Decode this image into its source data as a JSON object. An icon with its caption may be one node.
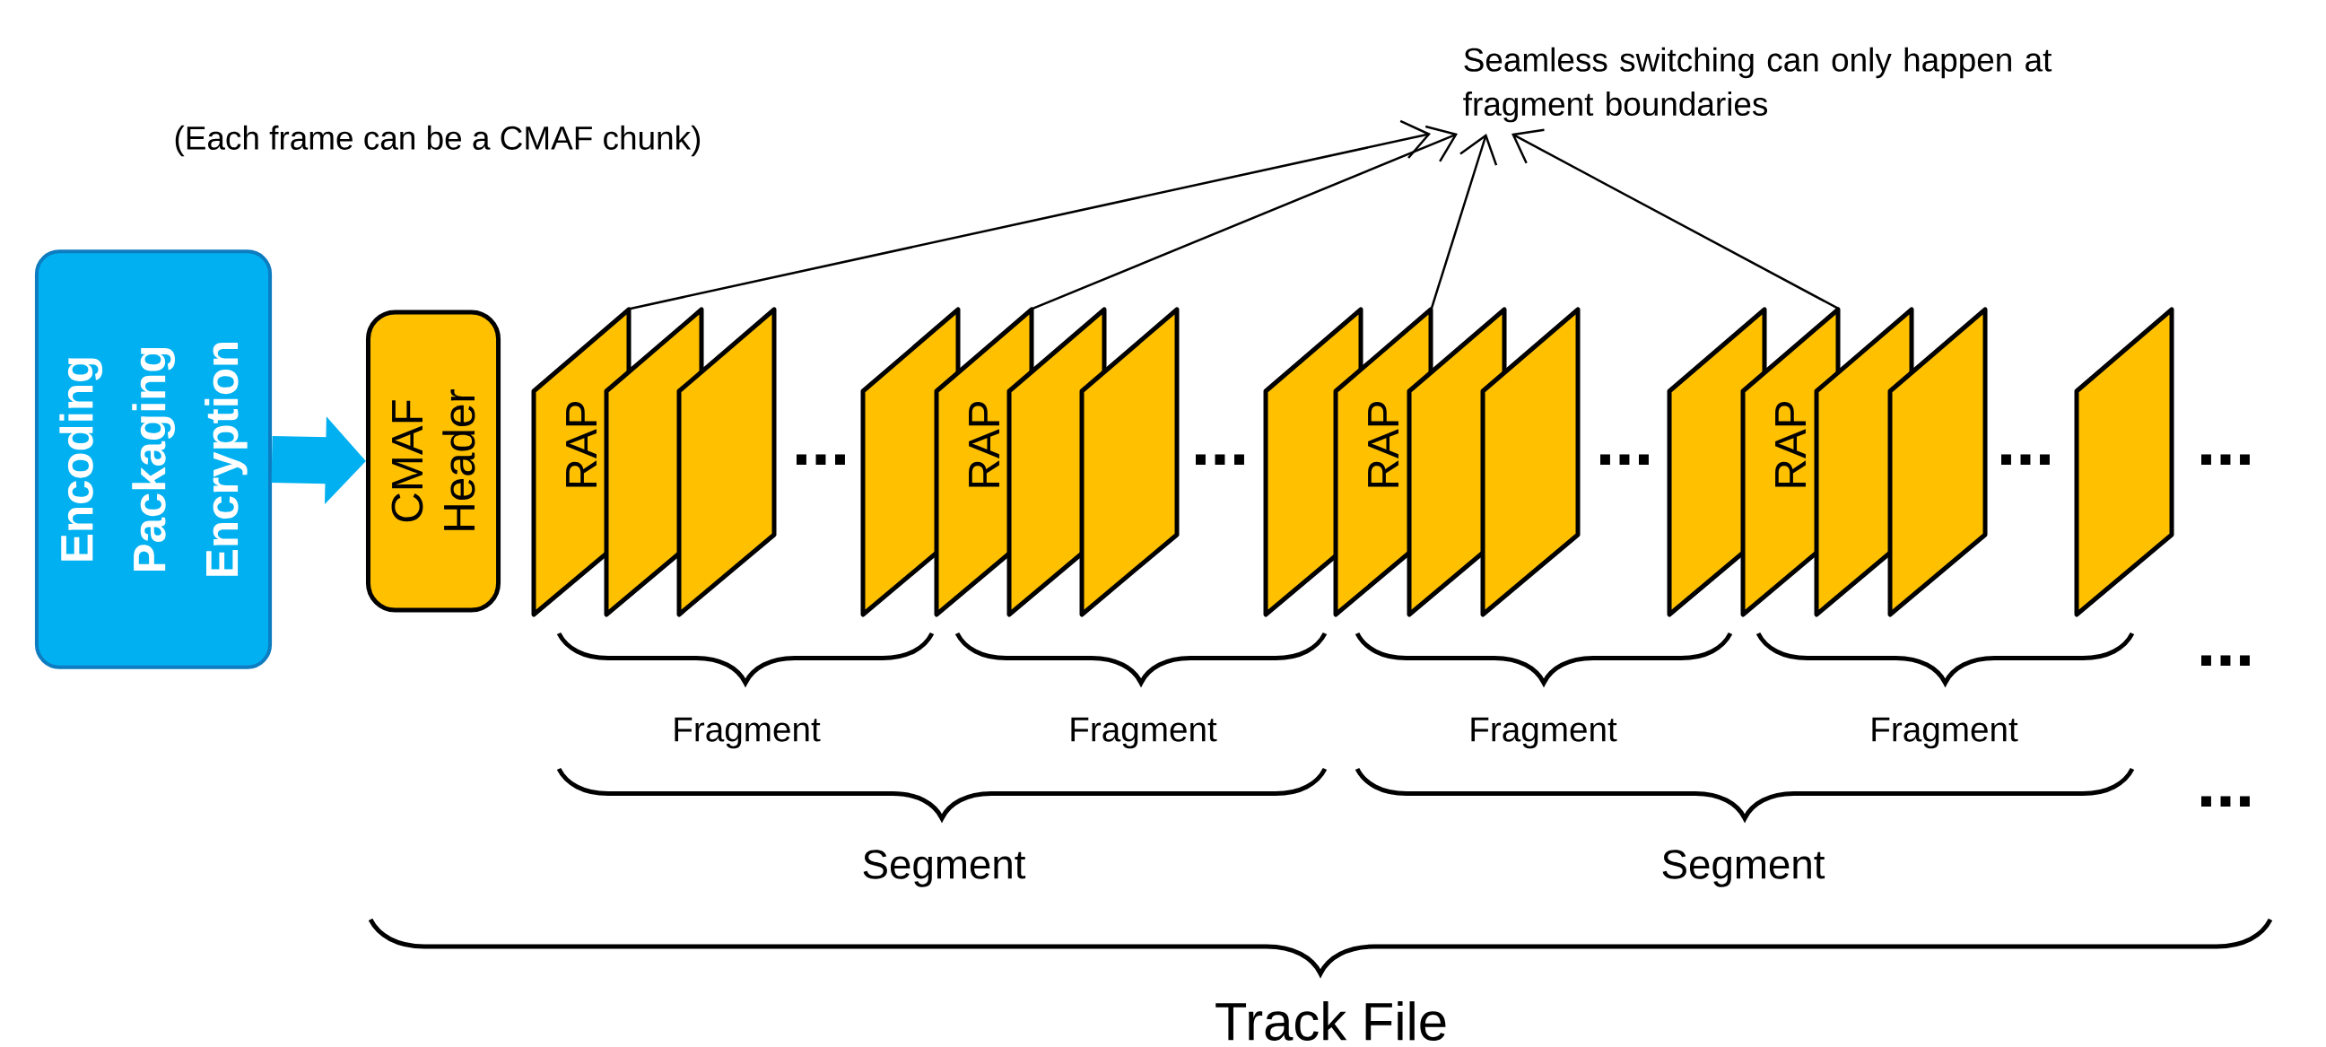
{
  "diagram": {
    "nodes": [
      {
        "text": [
          "Seamless switching can only happen at fragment boundaries"
        ]
      },
      {
        "text": [
          "Encoding Packaging Encryption"
        ]
      },
      {
        "text": [
          "CMAF Header"
        ]
      },
      {
        "text": [
          "RAP"
        ]
      },
      {
        "text": [],
        "shape": "parallelogram"
      },
      {
        "text": [],
        "shape": "parallelogram"
      },
      {
        "text": [],
        "shape": "parallelogram"
      },
      {
        "text": [
          "RAP"
        ]
      },
      {
        "text": [],
        "shape": "parallelogram"
      },
      {
        "text": [],
        "shape": "parallelogram"
      },
      {
        "text": [],
        "shape": "parallelogram"
      },
      {
        "text": [
          "RAP"
        ]
      },
      {
        "text": [],
        "shape": "parallelogram"
      },
      {
        "text": [],
        "shape": "parallelogram"
      },
      {
        "text": [],
        "shape": "parallelogram"
      },
      {
        "text": [
          "RAP"
        ]
      },
      {
        "text": [],
        "shape": "parallelogram"
      },
      {
        "text": [],
        "shape": "parallelogram"
      },
      {
        "text": [],
        "shape": "parallelogram"
      }
    ],
    "edges": [
      {
        "from": 1,
        "to": 2,
        "arrow": "to",
        "style": "thick",
        "color": "#00b0f0"
      },
      {
        "from": 3,
        "to": 0,
        "arrow": "to"
      },
      {
        "from": 7,
        "to": 0,
        "arrow": "to"
      },
      {
        "from": 11,
        "to": 0,
        "arrow": "to"
      },
      {
        "from": 15,
        "to": 0,
        "arrow": "to"
      }
    ],
    "labels": [
      "(Each frame can be a CMAF chunk)",
      "...",
      "...",
      "...",
      "...",
      "...",
      "...",
      "Fragment",
      "Fragment",
      "Fragment",
      "Fragment",
      "...",
      "Segment",
      "Segment",
      "Track File"
    ]
  }
}
